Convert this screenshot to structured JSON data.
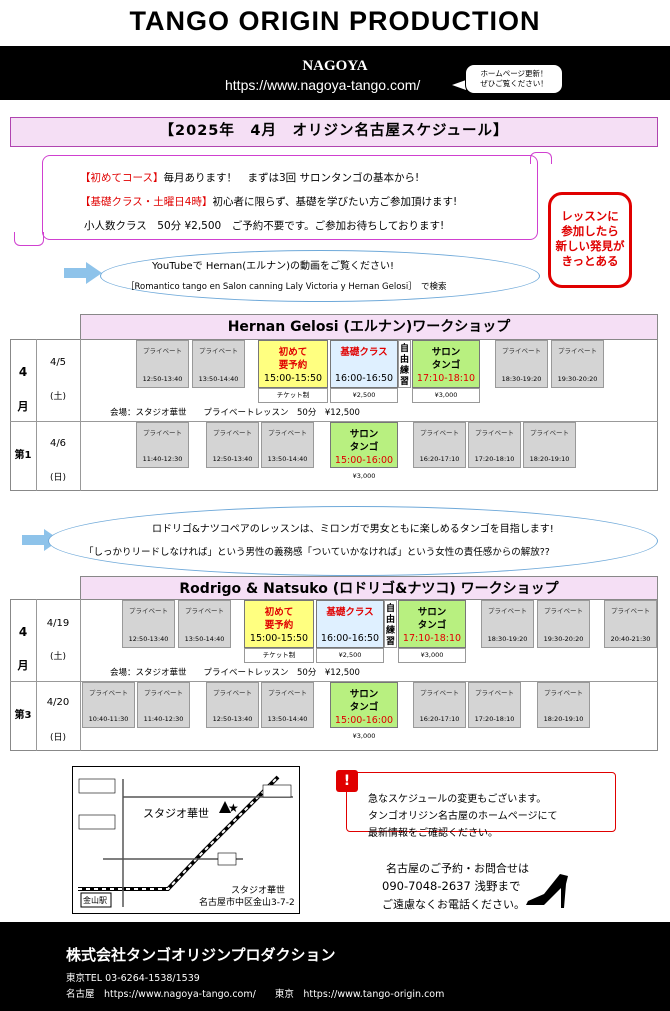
{
  "header": {
    "title": "TANGO ORIGIN PRODUCTION",
    "city": "NAGOYA",
    "url": "https://www.nagoya-tango.com/",
    "bubble_line1": "ホームページ更新！",
    "bubble_line2": "ぜひご覧ください！"
  },
  "schedule_title": "【2025年　4月　オリジン名古屋スケジュール】",
  "info": {
    "line1_red": "【初めてコース】",
    "line1_rest": "毎月あります！　まずは3回 サロンタンゴの基本から!",
    "line2_red": "【基礎クラス・土曜日4時】",
    "line2_rest": "初心者に限らず、基礎を学びたい方ご参加頂けます!",
    "line3": "小人数クラス　50分 ¥2,500　ご予約不要です。ご参加お待ちしております!"
  },
  "callout": {
    "l1": "レッスンに",
    "l2": "参加したら",
    "l3": "新しい発見が",
    "l4": "きっとある"
  },
  "youtube": {
    "line1": "YouTubeで Hernan(エルナン)の動画をご覧ください!",
    "line2": "［Romantico tango en Salon canning Laly Victoria y Hernan Gelosi］　で検索"
  },
  "ws1": {
    "title": "Hernan Gelosi (エルナン)ワークショップ",
    "month": "4",
    "month_kanji": "月",
    "week": "第1",
    "day1": {
      "date": "4/5",
      "dow": "(土)"
    },
    "day2": {
      "date": "4/6",
      "dow": "(日)"
    },
    "venue": "会場：スタジオ華世　　プライベートレッスン　50分　¥12,500"
  },
  "ws2": {
    "title": "Rodrigo & Natsuko (ロドリゴ&ナツコ) ワークショップ",
    "month": "4",
    "month_kanji": "月",
    "week": "第3",
    "day1": {
      "date": "4/19",
      "dow": "(土)"
    },
    "day2": {
      "date": "4/20",
      "dow": "(日)"
    },
    "venue": "会場：スタジオ華世　　プライベートレッスン　50分　¥12,500"
  },
  "labels": {
    "private": "プライベート",
    "hajimete1": "初めて",
    "hajimete2": "要予約",
    "kiso": "基礎クラス",
    "jiyu": "自由練習",
    "salon1": "サロン",
    "salon2": "タンゴ",
    "ticket": "チケット制",
    "p2500": "¥2,500",
    "p3000": "¥3,000"
  },
  "times": {
    "t1250": "12:50-13:40",
    "t1350": "13:50-14:40",
    "t1500": "15:00-15:50",
    "t1600": "16:00-16:50",
    "t1710": "17:10-18:10",
    "t1830": "18:30-19:20",
    "t1930": "19:30-20:20",
    "t1140": "11:40-12:30",
    "t1620": "16:20-17:10",
    "t1720": "17:20-18:10",
    "t1820": "18:20-19:10",
    "t1500b": "15:00-16:00",
    "t2040": "20:40-21:30",
    "t1040": "10:40-11:30"
  },
  "pair": {
    "line1": "ロドリゴ&ナツコペアのレッスンは、ミロンガで男女ともに楽しめるタンゴを目指します!",
    "line2": "「しっかりリードしなければ」という男性の義務感「ついていかなければ」という女性の責任感からの解放??"
  },
  "map": {
    "studio": "スタジオ華世",
    "address1": "スタジオ華世",
    "address2": "名古屋市中区金山3-7-2",
    "station": "金山駅"
  },
  "notice": {
    "l1": "急なスケジュールの変更もございます。",
    "l2": "タンゴオリジン名古屋のホームページにて",
    "l3": "最新情報をご確認ください。"
  },
  "contact": {
    "l1": "名古屋のご予約・お問合せは",
    "l2": "090-7048-2637 浅野まで",
    "l3": "ご遠慮なくお電話ください。"
  },
  "footer": {
    "company": "株式会社タンゴオリジンプロダクション",
    "tel": "東京TEL 03-6264-1538/1539",
    "urls": "名古屋　https://www.nagoya-tango.com/　　東京　https://www.tango-origin.com"
  },
  "colors": {
    "accent": "#b044b0",
    "red": "#e00000",
    "yellow": "#ffff80",
    "green": "#b8f080",
    "blue": "#dff0ff"
  }
}
